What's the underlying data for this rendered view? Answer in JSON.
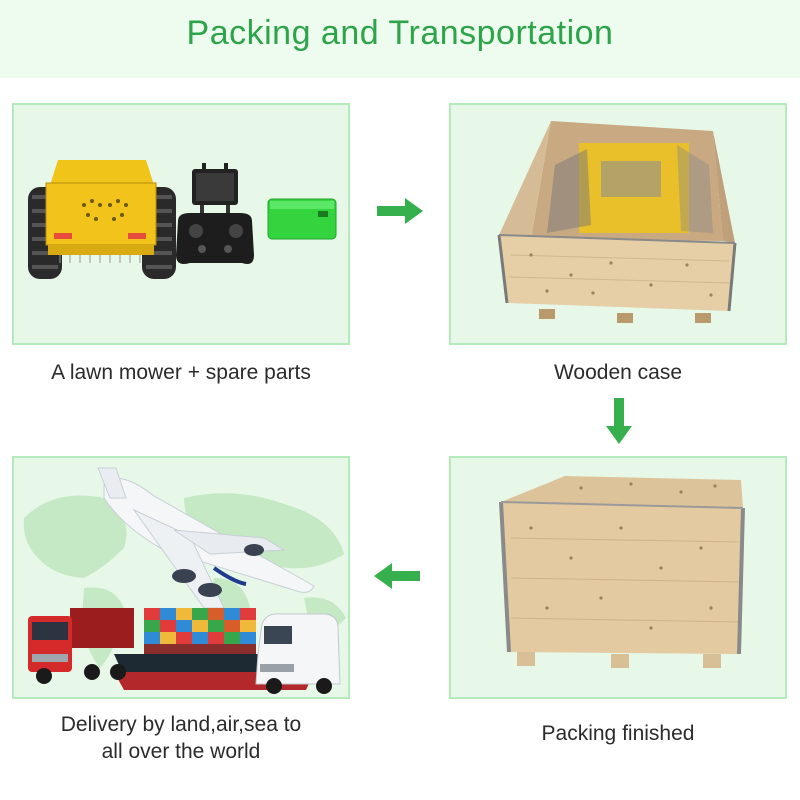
{
  "header": {
    "title": "Packing and Transportation"
  },
  "steps": [
    {
      "caption": "A lawn mower + spare parts",
      "icon": "mower-with-parts-image"
    },
    {
      "caption": "Wooden case",
      "icon": "open-wooden-crate-image"
    },
    {
      "caption_lines": [
        "Delivery by land,air,sea to",
        "all over the world"
      ],
      "icon": "delivery-transport-image"
    },
    {
      "caption": "Packing finished",
      "icon": "closed-wooden-crate-image"
    }
  ],
  "colors": {
    "accent": "#2ea44a",
    "banner_bg": "#eefcef",
    "panel_bg": "#e7f8e9",
    "panel_border": "#b4ebbb",
    "arrow": "#35b04d"
  }
}
